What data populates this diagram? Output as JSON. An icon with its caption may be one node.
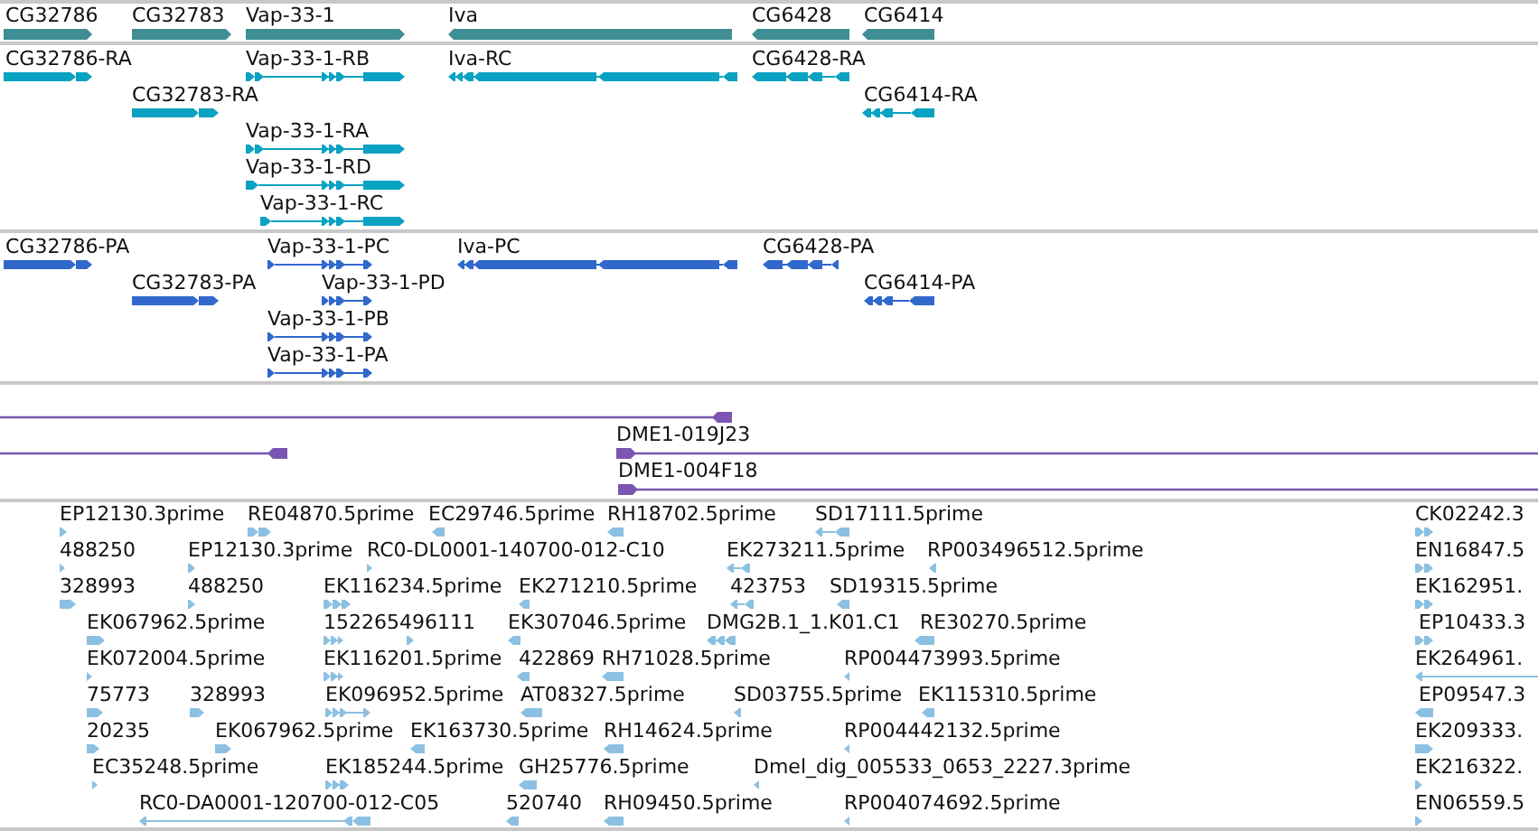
{
  "diagram": {
    "labels": [
      "CG32786",
      "CG32783",
      "Vap-33-1",
      "Iva",
      "CG6428",
      "CG6414",
      "CG32786-RA",
      "Vap-33-1-RB",
      "Iva-RC",
      "CG6428-RA",
      "CG32783-RA",
      "CG6414-RA",
      "Vap-33-1-RA",
      "Vap-33-1-RD",
      "Vap-33-1-RC",
      "CG32786-PA",
      "Vap-33-1-PC",
      "Iva-PC",
      "CG6428-PA",
      "CG32783-PA",
      "Vap-33-1-PD",
      "CG6414-PA",
      "Vap-33-1-PB",
      "Vap-33-1-PA",
      "DME1-019J23",
      "DME1-004F18",
      "EP12130.3prime",
      "RE04870.5prime",
      "EC29746.5prime",
      "RH18702.5prime",
      "SD17111.5prime",
      "CK02242.3",
      "488250",
      "EP12130.3prime",
      "RC0-DL0001-140700-012-C10",
      "EK273211.5prime",
      "RP003496512.5prime",
      "EN16847.5",
      "328993",
      "488250",
      "EK116234.5prime",
      "EK271210.5prime",
      "423753",
      "SD19315.5prime",
      "EK162951.",
      "EK067962.5prime",
      "152265496111",
      "EK307046.5prime",
      "DMG2B.1_1.K01.C1",
      "RE30270.5prime",
      "EP10433.3",
      "EK072004.5prime",
      "EK116201.5prime",
      "422869",
      "RH71028.5prime",
      "RP004473993.5prime",
      "EK264961.",
      "75773",
      "328993",
      "EK096952.5prime",
      "AT08327.5prime",
      "SD03755.5prime",
      "EK115310.5prime",
      "EP09547.3",
      "20235",
      "EK067962.5prime",
      "EK163730.5prime",
      "RH14624.5prime",
      "RP004442132.5prime",
      "EK209333.",
      "EC35248.5prime",
      "EK185244.5prime",
      "GH25776.5prime",
      "Dmel_dig_005533_0653_2227.3prime",
      "EK216322.",
      "RC0-DA0001-120700-012-C05",
      "520740",
      "RH09450.5prime",
      "RP004074692.5prime",
      "EN06559.5"
    ]
  }
}
